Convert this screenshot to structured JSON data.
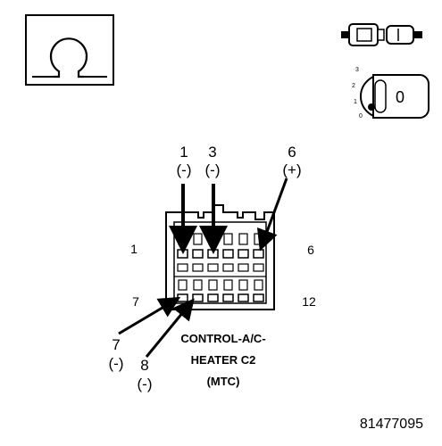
{
  "symbols": {
    "ohm_meter_icon": "ohmmeter-icon",
    "disconnect_icon": "connector-disconnected-icon",
    "ignition_icon": "ignition-key-off-icon"
  },
  "ignition": {
    "positions": [
      "3",
      "2",
      "1",
      "0"
    ],
    "key_label": "0"
  },
  "pins": [
    {
      "number": "1",
      "polarity": "(-)"
    },
    {
      "number": "3",
      "polarity": "(-)"
    },
    {
      "number": "6",
      "polarity": "(+)"
    },
    {
      "number": "7",
      "polarity": "(-)"
    },
    {
      "number": "8",
      "polarity": "(-)"
    }
  ],
  "side_labels": {
    "top_left": "1",
    "top_right": "6",
    "bottom_left": "7",
    "bottom_right": "12"
  },
  "caption": {
    "line1": "CONTROL-A/C-",
    "line2": "HEATER C2",
    "line3": "(MTC)"
  },
  "reference_number": "81477095"
}
